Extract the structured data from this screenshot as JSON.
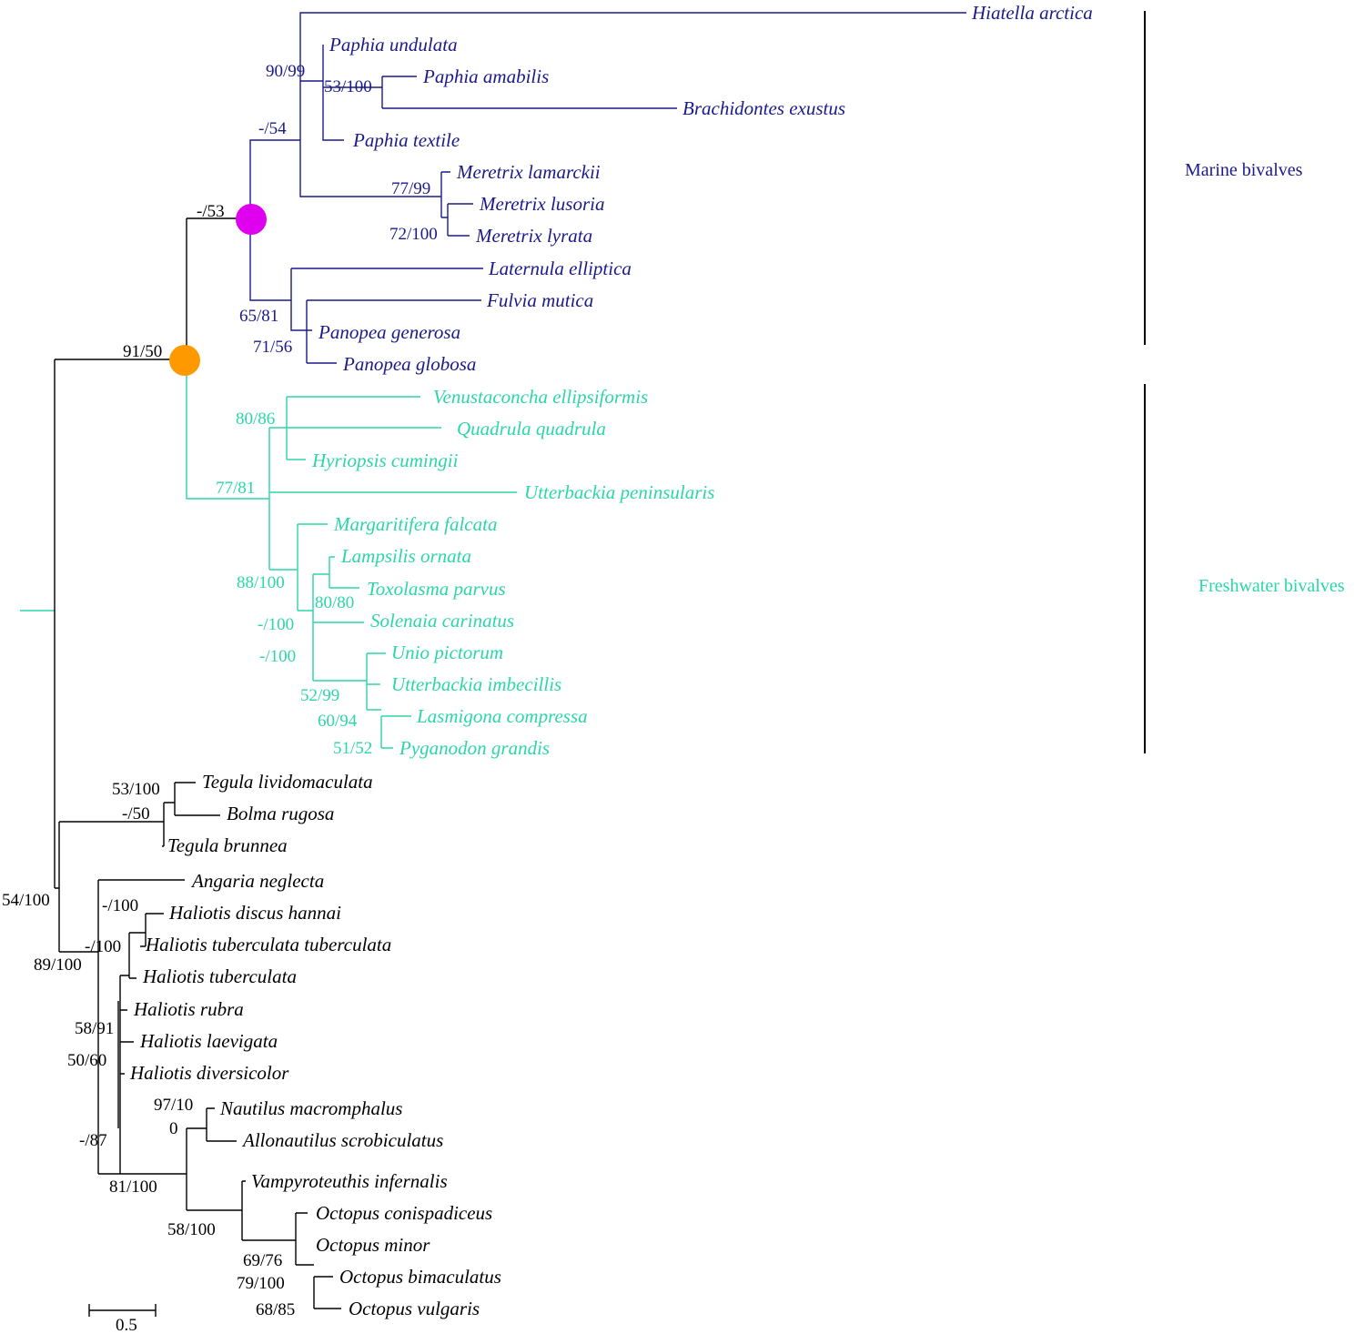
{
  "colors": {
    "marine": "#1a1a8c",
    "freshwater": "#2bd6a8",
    "outgroup": "#000000",
    "node_marine": "#e000f0",
    "node_bivalves": "#ff9900",
    "background": "#ffffff"
  },
  "groups": [
    {
      "label": "Marine bivalves",
      "color_key": "marine"
    },
    {
      "label": "Freshwater bivalves",
      "color_key": "freshwater"
    }
  ],
  "scale_bar": {
    "label": "0.5"
  },
  "taxa": [
    {
      "name": "Hiatella arctica",
      "clade": "marine"
    },
    {
      "name": "Paphia undulata",
      "clade": "marine"
    },
    {
      "name": "Paphia amabilis",
      "clade": "marine"
    },
    {
      "name": "Brachidontes exustus",
      "clade": "marine"
    },
    {
      "name": "Paphia textile",
      "clade": "marine"
    },
    {
      "name": "Meretrix lamarckii",
      "clade": "marine"
    },
    {
      "name": "Meretrix lusoria",
      "clade": "marine"
    },
    {
      "name": "Meretrix lyrata",
      "clade": "marine"
    },
    {
      "name": "Laternula elliptica",
      "clade": "marine"
    },
    {
      "name": "Fulvia mutica",
      "clade": "marine"
    },
    {
      "name": "Panopea generosa",
      "clade": "marine"
    },
    {
      "name": "Panopea globosa",
      "clade": "marine"
    },
    {
      "name": "Venustaconcha ellipsiformis",
      "clade": "freshwater"
    },
    {
      "name": "Quadrula quadrula",
      "clade": "freshwater"
    },
    {
      "name": "Hyriopsis cumingii",
      "clade": "freshwater"
    },
    {
      "name": "Utterbackia peninsularis",
      "clade": "freshwater"
    },
    {
      "name": "Margaritifera falcata",
      "clade": "freshwater"
    },
    {
      "name": "Lampsilis ornata",
      "clade": "freshwater"
    },
    {
      "name": "Toxolasma parvus",
      "clade": "freshwater"
    },
    {
      "name": "Solenaia carinatus",
      "clade": "freshwater"
    },
    {
      "name": "Unio pictorum",
      "clade": "freshwater"
    },
    {
      "name": "Utterbackia imbecillis",
      "clade": "freshwater"
    },
    {
      "name": "Lasmigona compressa",
      "clade": "freshwater"
    },
    {
      "name": "Pyganodon grandis",
      "clade": "freshwater"
    },
    {
      "name": "Tegula lividomaculata",
      "clade": "outgroup"
    },
    {
      "name": "Bolma rugosa",
      "clade": "outgroup"
    },
    {
      "name": "Tegula brunnea",
      "clade": "outgroup"
    },
    {
      "name": "Angaria neglecta",
      "clade": "outgroup"
    },
    {
      "name": "Haliotis discus hannai",
      "clade": "outgroup"
    },
    {
      "name": "Haliotis tuberculata tuberculata",
      "clade": "outgroup"
    },
    {
      "name": "Haliotis tuberculata",
      "clade": "outgroup"
    },
    {
      "name": "Haliotis rubra",
      "clade": "outgroup"
    },
    {
      "name": "Haliotis laevigata",
      "clade": "outgroup"
    },
    {
      "name": "Haliotis diversicolor",
      "clade": "outgroup"
    },
    {
      "name": "Nautilus macromphalus",
      "clade": "outgroup"
    },
    {
      "name": "Allonautilus scrobiculatus",
      "clade": "outgroup"
    },
    {
      "name": "Vampyroteuthis infernalis",
      "clade": "outgroup"
    },
    {
      "name": "Octopus conispadiceus",
      "clade": "outgroup"
    },
    {
      "name": "Octopus minor",
      "clade": "outgroup"
    },
    {
      "name": "Octopus bimaculatus",
      "clade": "outgroup"
    },
    {
      "name": "Octopus vulgaris",
      "clade": "outgroup"
    }
  ],
  "supports": [
    {
      "value": "90/99",
      "clade": "marine"
    },
    {
      "value": "53/100",
      "clade": "marine"
    },
    {
      "value": "-/54",
      "clade": "marine"
    },
    {
      "value": "77/99",
      "clade": "marine"
    },
    {
      "value": "72/100",
      "clade": "marine"
    },
    {
      "value": "-/53",
      "clade": "outgroup"
    },
    {
      "value": "65/81",
      "clade": "marine"
    },
    {
      "value": "71/56",
      "clade": "marine"
    },
    {
      "value": "91/50",
      "clade": "outgroup"
    },
    {
      "value": "80/86",
      "clade": "freshwater"
    },
    {
      "value": "77/81",
      "clade": "freshwater"
    },
    {
      "value": "88/100",
      "clade": "freshwater"
    },
    {
      "value": "80/80",
      "clade": "freshwater"
    },
    {
      "value": "-/100",
      "clade": "freshwater"
    },
    {
      "value": "-/100",
      "clade": "freshwater"
    },
    {
      "value": "52/99",
      "clade": "freshwater"
    },
    {
      "value": "60/94",
      "clade": "freshwater"
    },
    {
      "value": "51/52",
      "clade": "freshwater"
    },
    {
      "value": "53/100",
      "clade": "outgroup"
    },
    {
      "value": "-/50",
      "clade": "outgroup"
    },
    {
      "value": "54/100",
      "clade": "outgroup"
    },
    {
      "value": "-/100",
      "clade": "outgroup"
    },
    {
      "value": "-/100",
      "clade": "outgroup"
    },
    {
      "value": "89/100",
      "clade": "outgroup"
    },
    {
      "value": "58/91",
      "clade": "outgroup"
    },
    {
      "value": "50/60",
      "clade": "outgroup"
    },
    {
      "value": "-/87",
      "clade": "outgroup"
    },
    {
      "value": "97/10",
      "clade": "outgroup"
    },
    {
      "value": "0",
      "clade": "outgroup"
    },
    {
      "value": "81/100",
      "clade": "outgroup"
    },
    {
      "value": "58/100",
      "clade": "outgroup"
    },
    {
      "value": "69/76",
      "clade": "outgroup"
    },
    {
      "value": "79/100",
      "clade": "outgroup"
    },
    {
      "value": "68/85",
      "clade": "outgroup"
    }
  ]
}
